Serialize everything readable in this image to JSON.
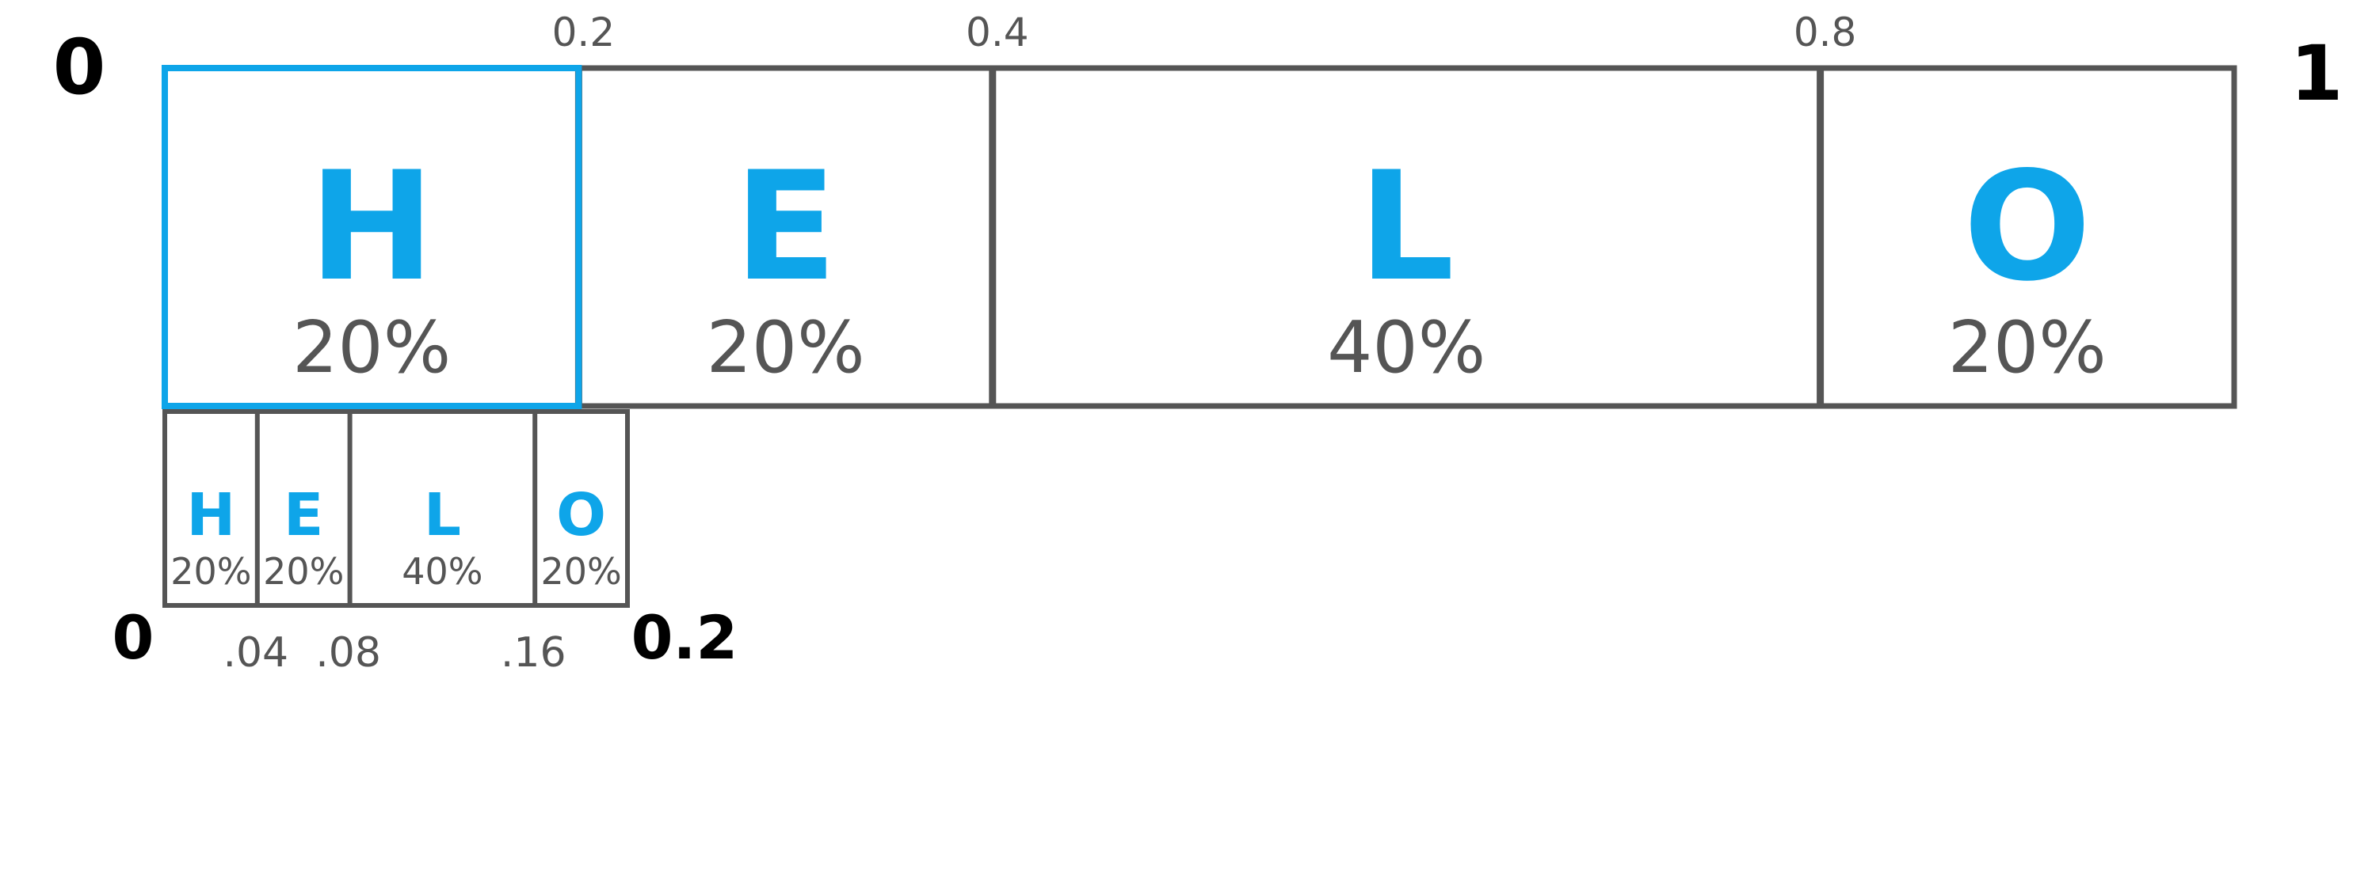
{
  "colors": {
    "accent": "#0ea5e9",
    "stroke": "#555555",
    "ink": "#000000"
  },
  "top_interval": {
    "start_label": "0",
    "end_label": "1",
    "start": 0,
    "end": 1,
    "highlighted_symbol": "H",
    "segments": [
      {
        "symbol": "H",
        "percent_label": "20%",
        "start": 0.0,
        "end": 0.2
      },
      {
        "symbol": "E",
        "percent_label": "20%",
        "start": 0.2,
        "end": 0.4
      },
      {
        "symbol": "L",
        "percent_label": "40%",
        "start": 0.4,
        "end": 0.8
      },
      {
        "symbol": "O",
        "percent_label": "20%",
        "start": 0.8,
        "end": 1.0
      }
    ],
    "boundary_labels": [
      {
        "value": 0.2,
        "label": "0.2"
      },
      {
        "value": 0.4,
        "label": "0.4"
      },
      {
        "value": 0.8,
        "label": "0.8"
      }
    ]
  },
  "bottom_interval": {
    "start_label": "0",
    "end_label": "0.2",
    "start": 0,
    "end": 0.2,
    "segments": [
      {
        "symbol": "H",
        "percent_label": "20%",
        "start": 0.0,
        "end": 0.04
      },
      {
        "symbol": "E",
        "percent_label": "20%",
        "start": 0.04,
        "end": 0.08
      },
      {
        "symbol": "L",
        "percent_label": "40%",
        "start": 0.08,
        "end": 0.16
      },
      {
        "symbol": "O",
        "percent_label": "20%",
        "start": 0.16,
        "end": 0.2
      }
    ],
    "boundary_labels": [
      {
        "value": 0.04,
        "label": ".04"
      },
      {
        "value": 0.08,
        "label": ".08"
      },
      {
        "value": 0.16,
        "label": ".16"
      }
    ]
  }
}
